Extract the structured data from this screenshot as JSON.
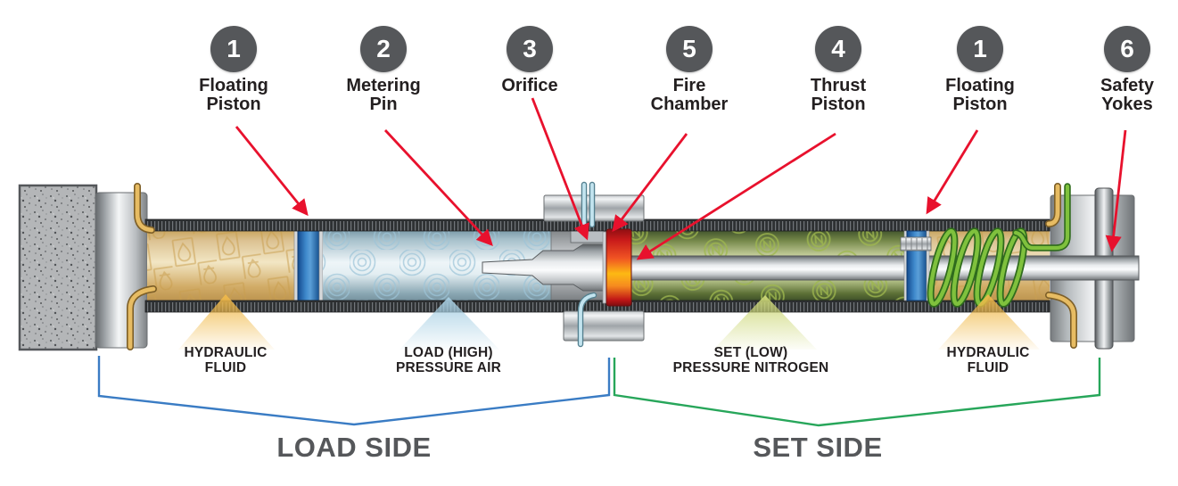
{
  "colors": {
    "arrow-red": "#e8112d",
    "badge-gray": "#55575a",
    "label-black": "#231f20",
    "side-label-gray": "#55575a",
    "load-bracket-blue": "#3a7cc4",
    "set-bracket-green": "#27a65a",
    "piston-blue": "#2365ab",
    "fire-chamber-orange": "#f47b20",
    "hydraulic-tan": "#e8d3a2",
    "air-blue": "#d9e9f0",
    "nitrogen-green": "#b5c87a",
    "spring-green": "#7fc13d",
    "tube-gold": "#e7bc63",
    "tube-light-blue": "#c3e4ef"
  },
  "diagram": {
    "callouts": [
      {
        "number": "1",
        "label": "Floating\nPiston"
      },
      {
        "number": "2",
        "label": "Metering\nPin"
      },
      {
        "number": "3",
        "label": "Orifice"
      },
      {
        "number": "5",
        "label": "Fire\nChamber"
      },
      {
        "number": "4",
        "label": "Thrust\nPiston"
      },
      {
        "number": "1",
        "label": "Floating\nPiston"
      },
      {
        "number": "6",
        "label": "Safety\nYokes"
      }
    ],
    "chambers": [
      {
        "label": "HYDRAULIC\nFLUID"
      },
      {
        "label": "LOAD (HIGH)\nPRESSURE AIR"
      },
      {
        "label": "SET (LOW)\nPRESSURE NITROGEN"
      },
      {
        "label": "HYDRAULIC\nFLUID"
      }
    ],
    "sides": [
      {
        "label": "LOAD SIDE"
      },
      {
        "label": "SET SIDE"
      }
    ],
    "icons": {
      "hydraulic": "oil-drop-icon",
      "air": "concentric-rings-icon",
      "nitrogen": "n-compass-icon"
    }
  }
}
